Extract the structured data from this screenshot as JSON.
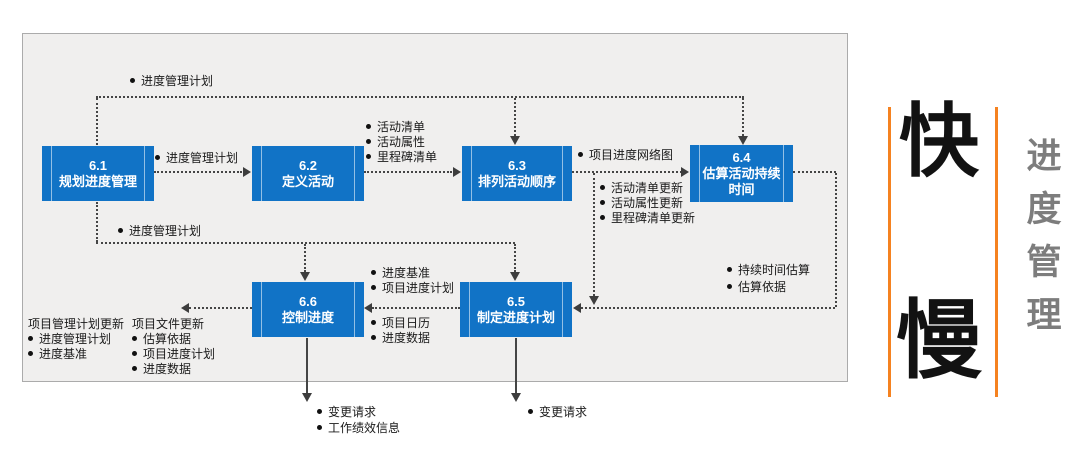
{
  "diagram": {
    "boxes": [
      {
        "number": "6.1",
        "name": "规划进度管理"
      },
      {
        "number": "6.2",
        "name": "定义活动"
      },
      {
        "number": "6.3",
        "name": "排列活动顺序"
      },
      {
        "number": "6.4",
        "name": "估算活动持续时间"
      },
      {
        "number": "6.5",
        "name": "制定进度计划"
      },
      {
        "number": "6.6",
        "name": "控制进度"
      }
    ],
    "labels": {
      "plan_top": {
        "items": [
          "进度管理计划"
        ]
      },
      "plan_61_to_62": {
        "items": [
          "进度管理计划"
        ]
      },
      "outputs_62": {
        "items": [
          "活动清单",
          "活动属性",
          "里程碑清单"
        ]
      },
      "network_diagram": {
        "items": [
          "项目进度网络图"
        ]
      },
      "updates_63": {
        "items": [
          "活动清单更新",
          "活动属性更新",
          "里程碑清单更新"
        ]
      },
      "plan_mid": {
        "items": [
          "进度管理计划"
        ]
      },
      "outputs_64": {
        "items": [
          "持续时间估算",
          "估算依据"
        ]
      },
      "inputs_66_upper": {
        "items": [
          "进度基准",
          "项目进度计划"
        ]
      },
      "inputs_66_lower": {
        "items": [
          "项目日历",
          "进度数据"
        ]
      },
      "pm_plan_updates": {
        "header": "项目管理计划更新",
        "items": [
          "进度管理计划",
          "进度基准"
        ]
      },
      "doc_updates": {
        "header": "项目文件更新",
        "items": [
          "估算依据",
          "项目进度计划",
          "进度数据"
        ]
      },
      "outputs_66_bottom": {
        "items": [
          "变更请求",
          "工作绩效信息"
        ]
      },
      "outputs_65_bottom": {
        "items": [
          "变更请求"
        ]
      }
    }
  },
  "sidebar": {
    "fast_char": "快",
    "slow_char": "慢",
    "vertical_title": [
      "进",
      "度",
      "管",
      "理"
    ]
  },
  "colors": {
    "process_box_blue": "#1173C6",
    "accent_orange": "#F58220",
    "panel_bg": "#F0EFEE",
    "connector": "#454545",
    "side_title_gray": "#7D7D7D"
  }
}
